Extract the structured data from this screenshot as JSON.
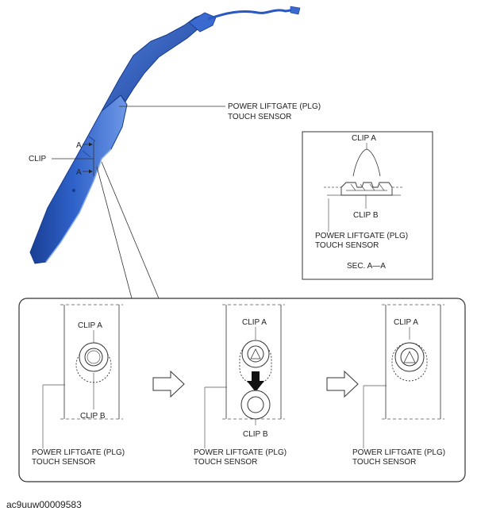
{
  "main": {
    "sensor_label_line1": "POWER LIFTGATE (PLG)",
    "sensor_label_line2": "TOUCH SENSOR",
    "clip_label": "CLIP",
    "section_marker": "A"
  },
  "section_view": {
    "clip_a": "CLIP A",
    "clip_b": "CLIP B",
    "sensor_line1": "POWER LIFTGATE (PLG)",
    "sensor_line2": "TOUCH SENSOR",
    "caption": "SEC. A—A"
  },
  "steps": [
    {
      "clip_a": "CLIP A",
      "clip_b": "CLIP B",
      "sensor_line1": "POWER LIFTGATE (PLG)",
      "sensor_line2": "TOUCH SENSOR"
    },
    {
      "clip_a": "CLIP A",
      "clip_b": "CLIP B",
      "sensor_line1": "POWER LIFTGATE (PLG)",
      "sensor_line2": "TOUCH SENSOR"
    },
    {
      "clip_a": "CLIP A",
      "sensor_line1": "POWER LIFTGATE (PLG)",
      "sensor_line2": "TOUCH SENSOR"
    }
  ],
  "figure_code": "ac9uuw00009583",
  "colors": {
    "sensor_blue": "#2f62c9",
    "sensor_dark": "#1a3f95",
    "sensor_light": "#6f98e6",
    "line": "#333333"
  }
}
